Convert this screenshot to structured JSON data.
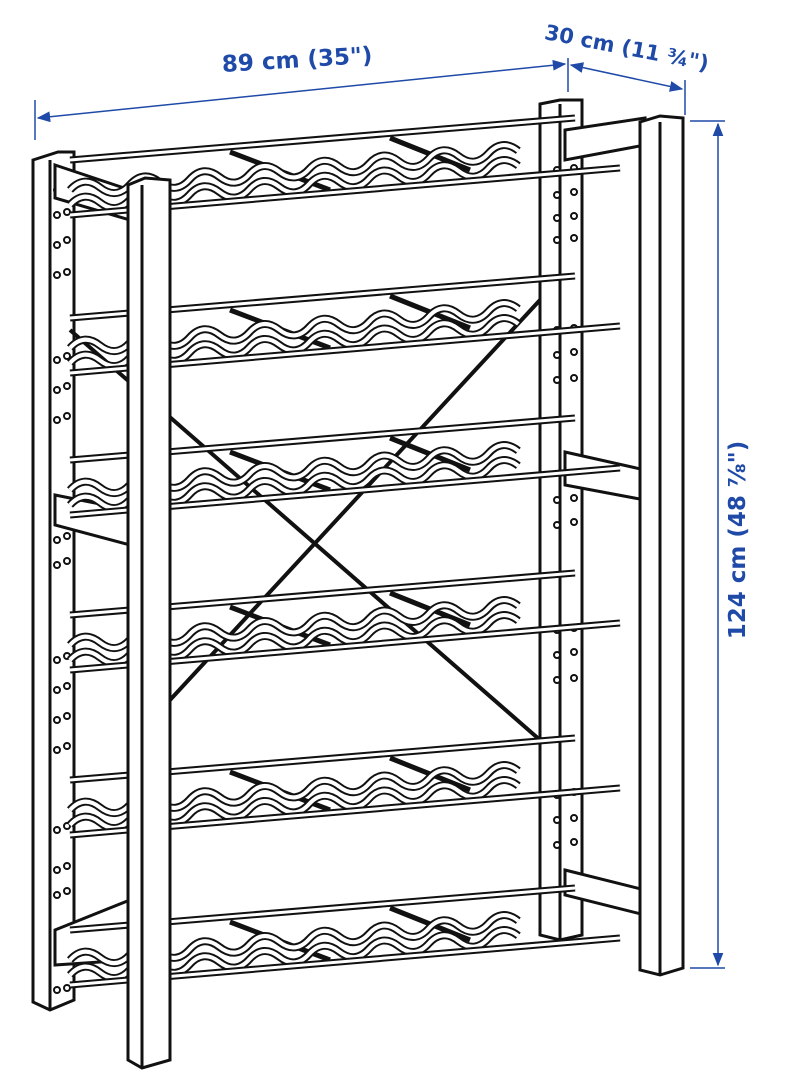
{
  "diagram": {
    "type": "product dimension drawing",
    "subject": "wine rack shelving unit with 5 wavy wire bottle shelves, perforated side posts and cross brace",
    "line_color": "#111111",
    "dimension_color": "#1f4aa8",
    "background": "#ffffff",
    "shelf_count": 5
  },
  "dimensions": {
    "width": {
      "label": "89 cm (35\")",
      "value_cm": 89,
      "value_in": "35"
    },
    "depth": {
      "label": "30 cm (11 ¾\")",
      "value_cm": 30,
      "value_in": "11 ¾"
    },
    "height": {
      "label": "124 cm (48 ⅞\")",
      "value_cm": 124,
      "value_in": "48 ⅞"
    }
  }
}
